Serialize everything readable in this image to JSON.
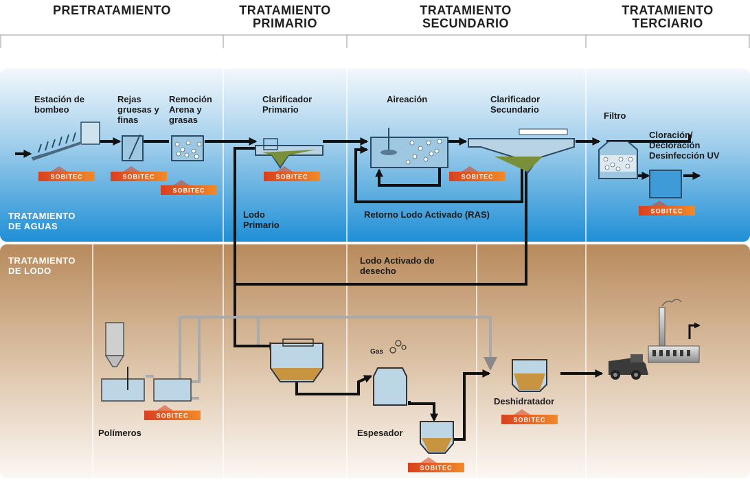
{
  "stages": [
    {
      "title": "PRETRATAMIENTO"
    },
    {
      "title": "TRATAMIENTO PRIMARIO"
    },
    {
      "title": "TRATAMIENTO SECUNDARIO"
    },
    {
      "title": "TRATAMIENTO TERCIARIO"
    }
  ],
  "zones": {
    "water": "TRATAMIENTO DE AGUAS",
    "sludge": "TRATAMIENTO DE LODO"
  },
  "labels": {
    "pumping_station": "Estación de bombeo",
    "screens": "Rejas gruesas y finas",
    "grit_removal": "Remoción Arena y grasas",
    "primary_clarifier": "Clarificador Primario",
    "aeration": "Aireación",
    "secondary_clarifier": "Clarificador Secundario",
    "filter": "Filtro",
    "disinfection": "Cloración/ Decloración Desinfección UV",
    "primary_sludge": "Lodo Primario",
    "ras": "Retorno Lodo Activado (RAS)",
    "waste_sludge": "Lodo Activado de desecho",
    "polymers": "Polímeros",
    "thickener": "Espesador",
    "gas": "Gas",
    "dewatering": "Deshidratador"
  },
  "brand": "SOBITEC",
  "colors": {
    "water_top": "#f3f8fc",
    "water_bottom": "#1f8fd6",
    "sludge_top": "#b88a5c",
    "sludge_bottom": "#fbf7f3",
    "brand_red": "#d9401e",
    "brand_orange": "#f08a2a",
    "flow_line": "#111111",
    "sludge_fill": "#c9943f",
    "tank_water": "#bcd6e6",
    "pipe_gray": "#a9a9a9"
  }
}
